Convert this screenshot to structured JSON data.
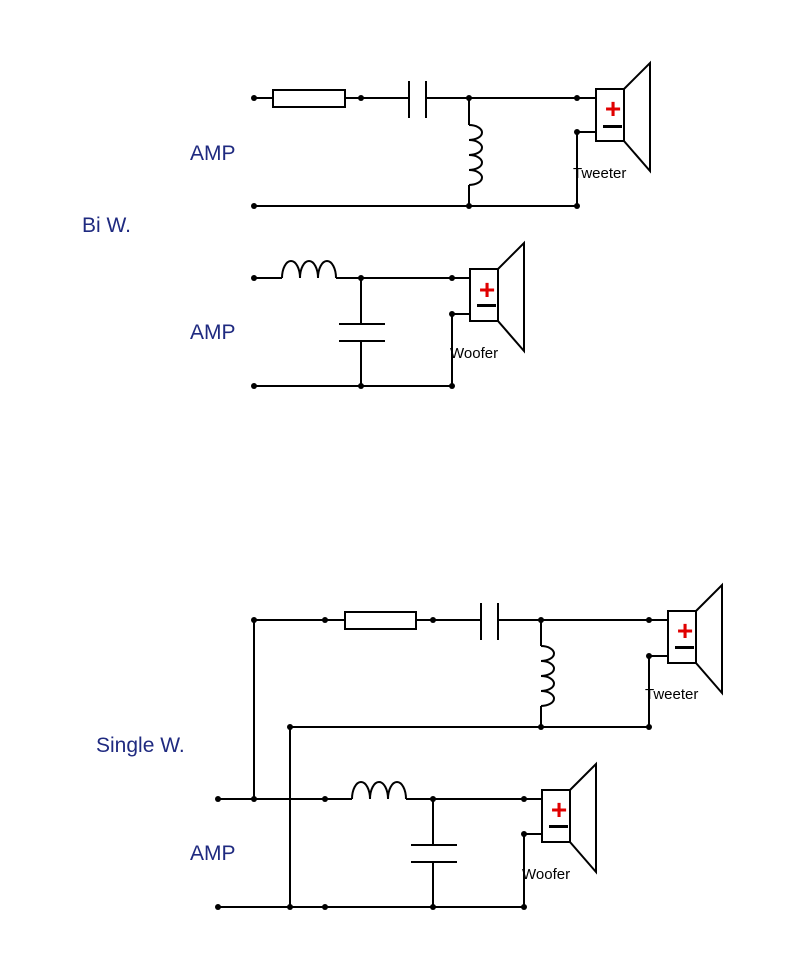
{
  "colors": {
    "label_blue": "#1f2a80",
    "plus_red": "#e00000",
    "wire": "#000000"
  },
  "bi_wiring": {
    "title": "Bi W.",
    "tweeter_amp_label": "AMP",
    "woofer_amp_label": "AMP",
    "tweeter_label": "Tweeter",
    "woofer_label": "Woofer"
  },
  "single_wiring": {
    "title": "Single W.",
    "amp_label": "AMP",
    "tweeter_label": "Tweeter",
    "woofer_label": "Woofer"
  },
  "symbols": {
    "plus": "+",
    "minus": "−"
  }
}
